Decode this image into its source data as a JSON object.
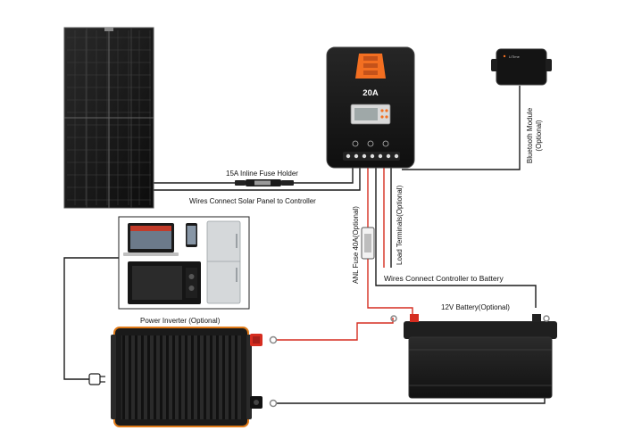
{
  "controller": {
    "rating": "20A"
  },
  "bluetooth": {
    "brand": "LiTime",
    "label_line1": "Bluetooth Module",
    "label_line2": "(Optional)"
  },
  "labels": {
    "fuse_holder": "15A Inline Fuse Holder",
    "panel_to_controller": "Wires Connect Solar Panel to Controller",
    "anl_fuse": "ANL Fuse 40A(Optional)",
    "load_terminals": "Load Terminals(Optional)",
    "controller_to_battery": "Wires Connect Controller to Battery",
    "battery": "12V Battery(Optional)",
    "inverter": "Power Inverter (Optional)"
  },
  "colors": {
    "controller_accent": "#f36f21",
    "positive_wire": "#d62d20",
    "negative_wire": "#1a1a1a",
    "inverter_accent": "#e07a18",
    "panel": "#151515"
  },
  "icons": [
    "solar-panel-icon",
    "charge-controller-icon",
    "bluetooth-module-icon",
    "laptop-icon",
    "phone-icon",
    "refrigerator-icon",
    "microwave-icon",
    "plug-icon",
    "inverter-icon",
    "battery-icon",
    "fuse-icon"
  ]
}
